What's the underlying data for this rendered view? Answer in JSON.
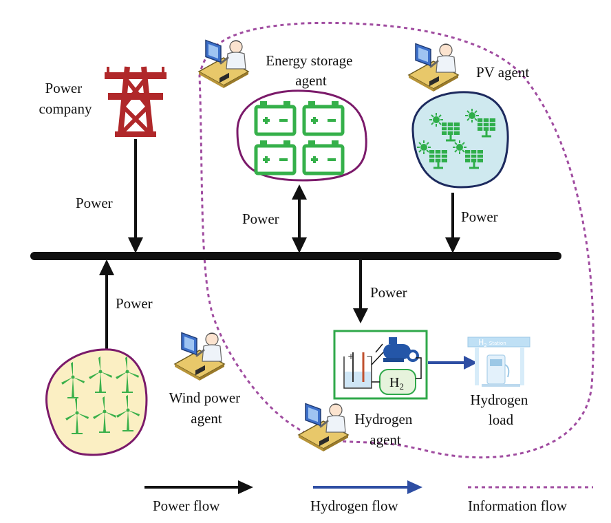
{
  "labels": {
    "power_company": [
      "Power",
      "company"
    ],
    "energy_storage_agent": [
      "Energy storage",
      "agent"
    ],
    "pv_agent": "PV agent",
    "wind_power_agent": [
      "Wind power",
      "agent"
    ],
    "hydrogen_agent": [
      "Hydrogen",
      "agent"
    ],
    "hydrogen_load": [
      "Hydrogen",
      "load"
    ],
    "power_from_company": "Power",
    "power_storage": "Power",
    "power_pv": "Power",
    "power_wind": "Power",
    "power_hydrogen": "Power",
    "h2_label": "H",
    "h2_subscript": "2",
    "station_sign": "H",
    "station_sign_sub": "2",
    "station_sign_word": "Station"
  },
  "legend": {
    "power_flow": "Power flow",
    "hydrogen_flow": "Hydrogen flow",
    "information_flow": "Information flow"
  },
  "colors": {
    "tower": "#b0282a",
    "bus": "#111111",
    "battery": "#35b04a",
    "battery_region_border": "#7b1a6a",
    "pv_region_fill": "#cfe9ef",
    "pv_region_border": "#1d2a5e",
    "pv_panel": "#2fae4a",
    "wind_region_fill": "#fbefc3",
    "wind_region_border": "#7b1a6a",
    "wind_turbine": "#3bb04b",
    "hydrogen_box_border": "#2fa84a",
    "hydrogen_flow": "#2e4ea3",
    "info_flow": "#a04ca0"
  },
  "icons": [
    "transmission-tower-icon",
    "battery-icon",
    "solar-panel-icon",
    "wind-turbine-icon",
    "agent-computer-icon",
    "electrolyzer-icon",
    "compressor-icon",
    "hydrogen-tank-icon",
    "hydrogen-station-icon"
  ]
}
